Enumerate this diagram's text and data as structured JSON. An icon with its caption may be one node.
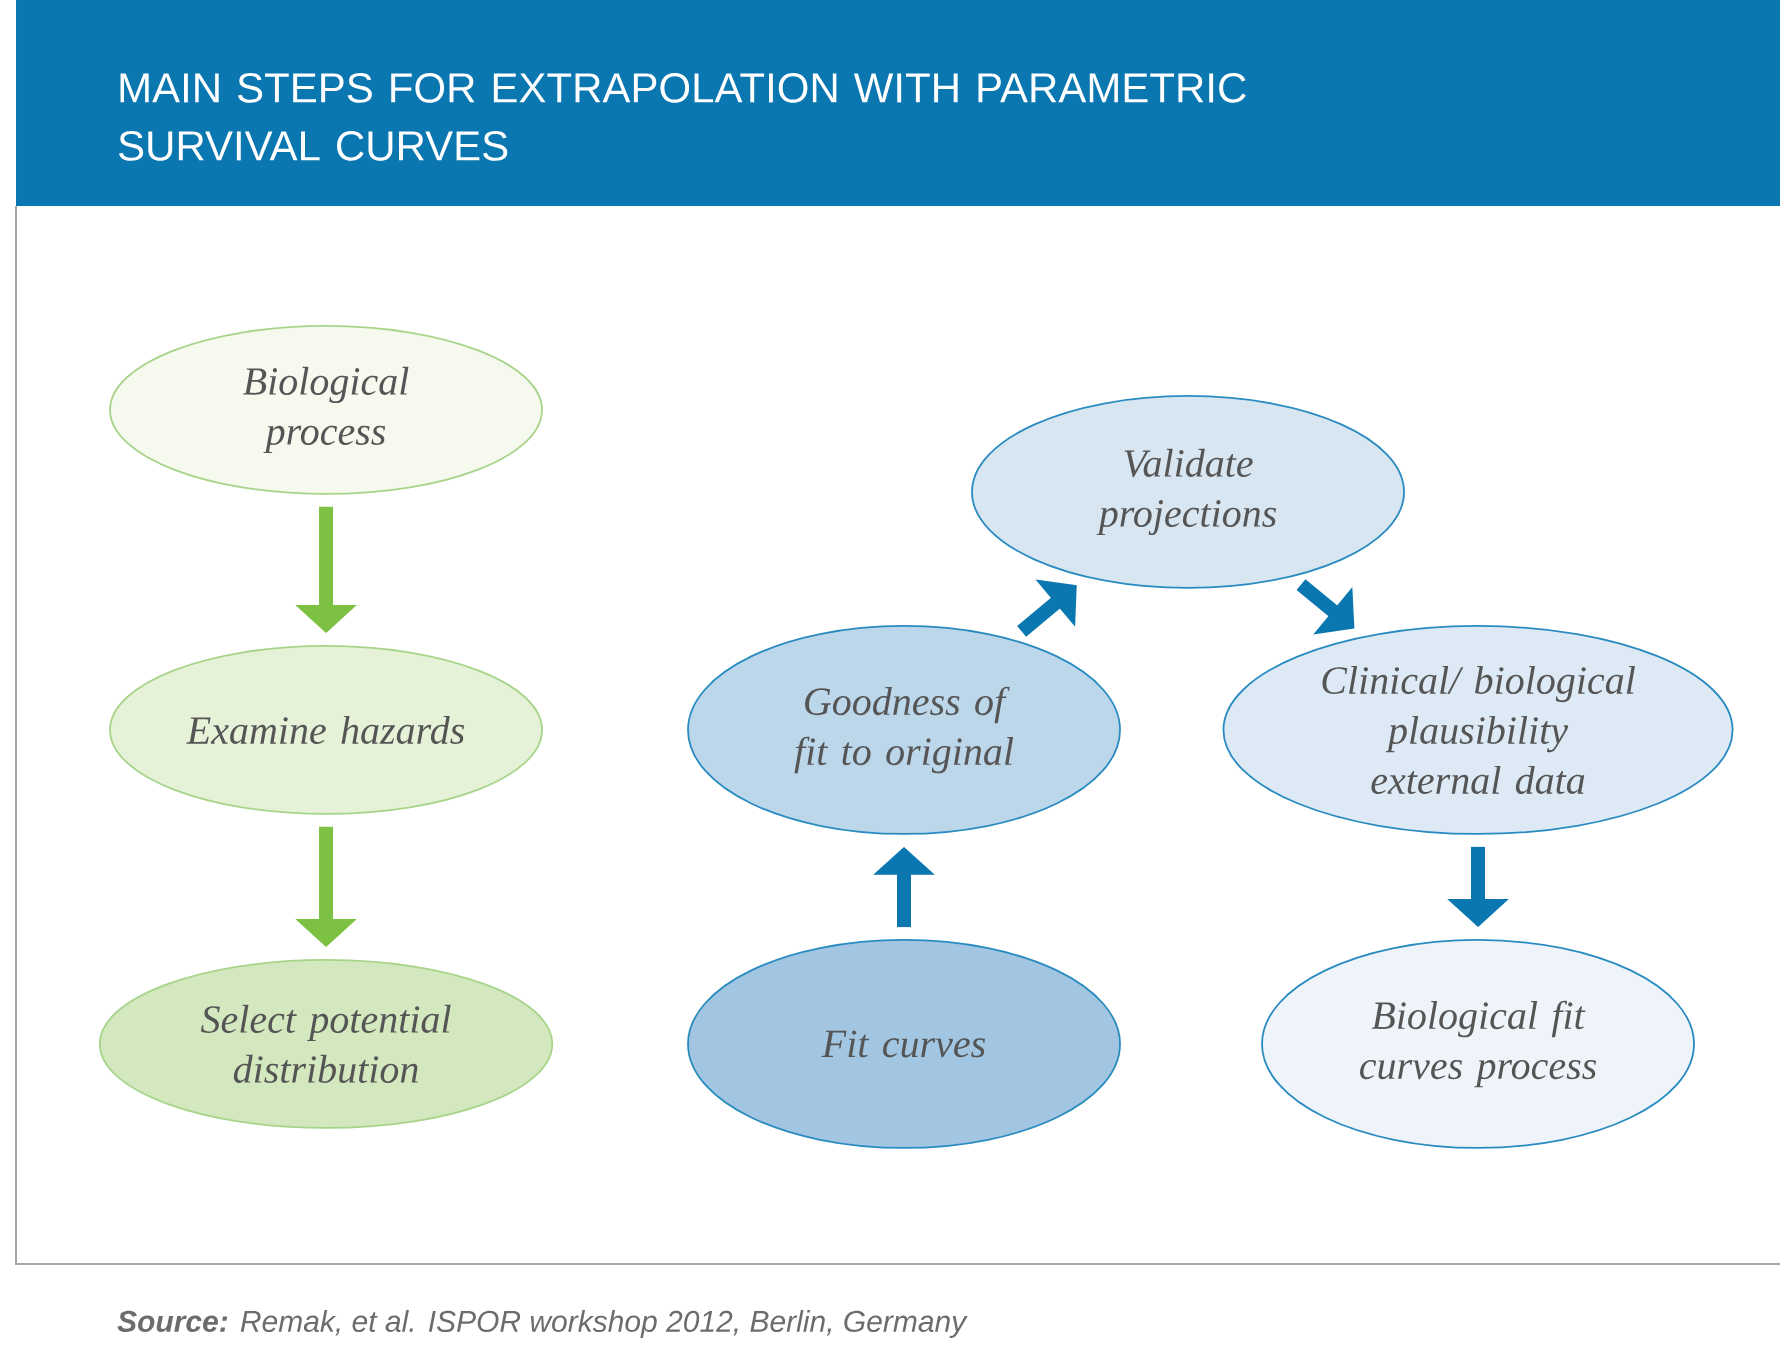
{
  "diagram": {
    "title": "MAIN STEPS FOR EXTRAPOLATION WITH PARAMETRIC SURVIVAL CURVES",
    "caption": "**Source:** Remak, et al. ISPOR workshop 2012, Berlin, Germany",
    "nodes": [
      {
        "text": [
          "Biological process"
        ]
      },
      {
        "text": [
          "Examine hazards"
        ]
      },
      {
        "text": [
          "Select potential distribution"
        ]
      },
      {
        "text": [
          "Validate projections"
        ]
      },
      {
        "text": [
          "Goodness of fit to original"
        ]
      },
      {
        "text": [
          "Clinical/ biological plausibility external data"
        ]
      },
      {
        "text": [
          "Fit curves"
        ]
      },
      {
        "text": [
          "Biological fit curves process"
        ]
      }
    ],
    "edges": [
      {
        "from": 0,
        "to": 1,
        "arrow": "to",
        "color": "#7dc142"
      },
      {
        "from": 1,
        "to": 2,
        "arrow": "to",
        "color": "#7dc142"
      },
      {
        "from": 6,
        "to": 4,
        "arrow": "to"
      },
      {
        "from": 4,
        "to": 3,
        "arrow": "to"
      },
      {
        "from": 3,
        "to": 5,
        "arrow": "to"
      },
      {
        "from": 5,
        "to": 7,
        "arrow": "to"
      }
    ]
  }
}
